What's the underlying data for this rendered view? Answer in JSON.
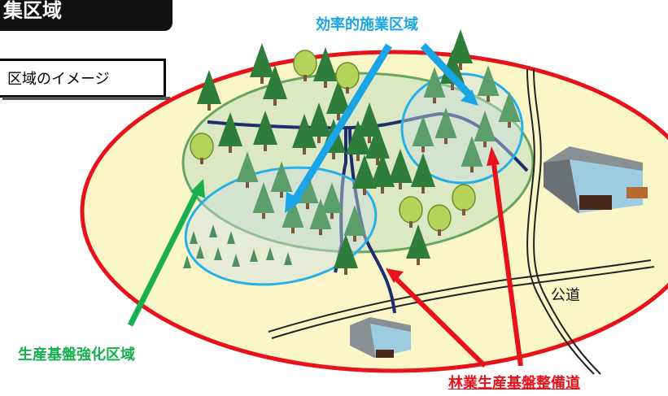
{
  "title_tab": "集区域",
  "area_image_label": "区域のイメージ",
  "labels": {
    "efficient_zone": "効率的施業区域",
    "production_zone": "生産基盤強化区域",
    "road_network": "林業生産基盤整備道",
    "public_road": "公道"
  },
  "colors": {
    "outer_boundary": "#e8121a",
    "outer_fill": "#fbf6c8",
    "forest_zone_fill": "#dbe8c4",
    "forest_zone_stroke": "#5ea35a",
    "efficient_zone_stroke": "#25b1e8",
    "efficient_arrow": "#1aa5e6",
    "production_arrow": "#16b04e",
    "road_network_arrow": "#e8121a",
    "forest_road": "#1e2d6e"
  }
}
